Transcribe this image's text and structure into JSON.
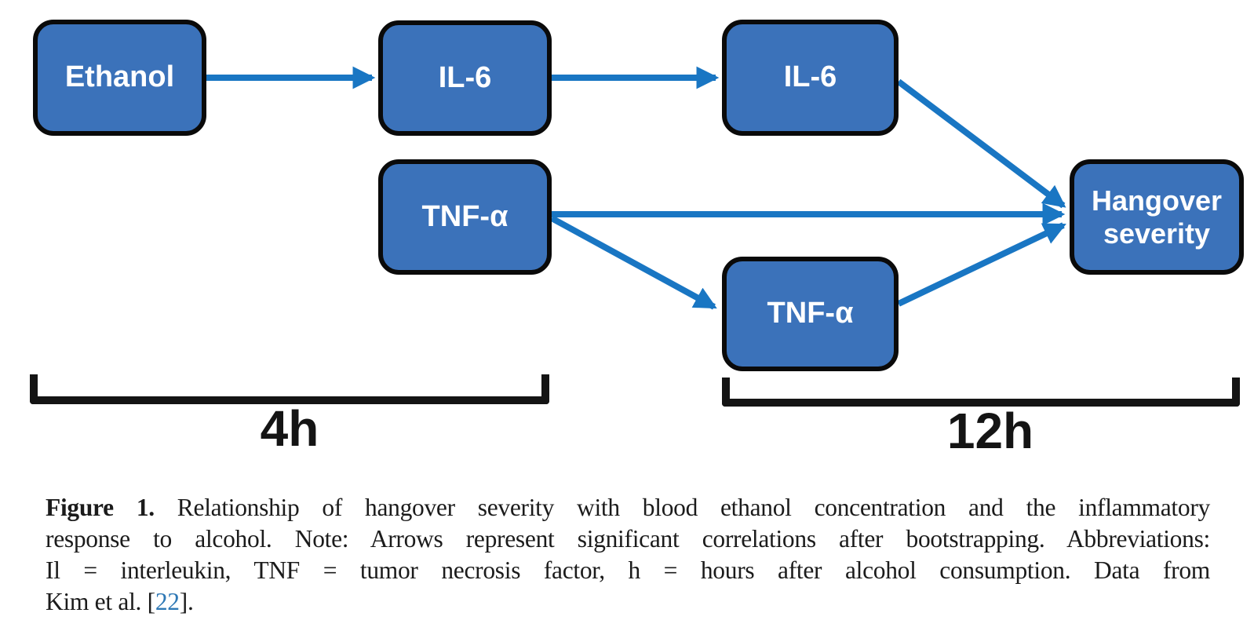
{
  "diagram": {
    "title_semantic": "Temporal model of inflammatory response to alcohol and hangover severity",
    "nodes": {
      "ethanol": {
        "label": "Ethanol",
        "phase": "4h"
      },
      "il6_4h": {
        "label": "IL-6",
        "phase": "4h"
      },
      "il6_12h": {
        "label": "IL-6",
        "phase": "12h"
      },
      "tnf_4h": {
        "label": "TNF-α",
        "phase": "4h"
      },
      "tnf_12h": {
        "label": "TNF-α",
        "phase": "12h"
      },
      "hangover": {
        "label": "Hangover severity",
        "phase": "12h"
      }
    },
    "edges": [
      {
        "from": "ethanol",
        "to": "il6_4h"
      },
      {
        "from": "il6_4h",
        "to": "il6_12h"
      },
      {
        "from": "il6_12h",
        "to": "hangover"
      },
      {
        "from": "tnf_4h",
        "to": "hangover"
      },
      {
        "from": "tnf_4h",
        "to": "tnf_12h"
      },
      {
        "from": "tnf_12h",
        "to": "hangover"
      }
    ],
    "timeline": [
      {
        "label": "4h"
      },
      {
        "label": "12h"
      }
    ],
    "colors": {
      "node_fill": "#3B72BA",
      "node_border": "#0A0A0A",
      "node_text": "#FFFFFF",
      "arrow": "#1976C3",
      "bracket": "#141414",
      "citation_link": "#2E78B5"
    }
  },
  "caption": {
    "figure_label": "Figure 1.",
    "line1_rest": " Relationship of hangover severity with blood ethanol concentration and the inflammatory",
    "line2": "response to alcohol. Note: Arrows represent significant correlations after bootstrapping. Abbreviations:",
    "line3": "Il = interleukin, TNF = tumor necrosis factor, h = hours after alcohol consumption. Data from",
    "line4_prefix": "Kim et al. [",
    "citation": "22",
    "line4_suffix": "]."
  }
}
